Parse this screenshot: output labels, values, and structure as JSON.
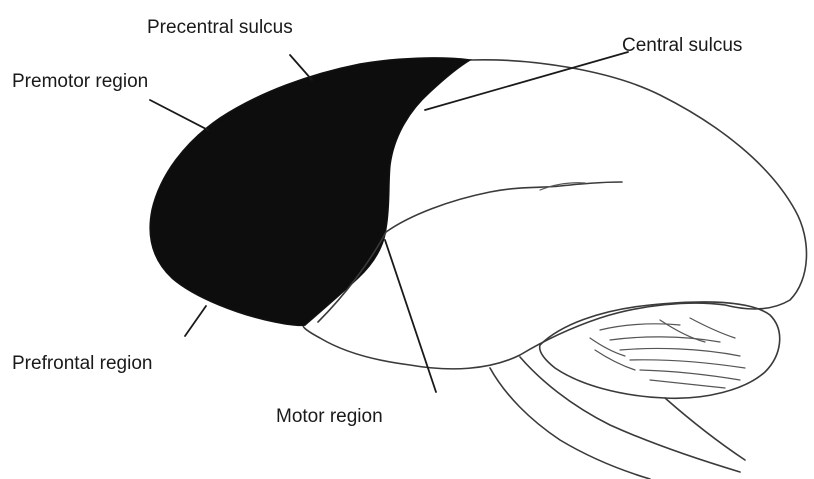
{
  "labels": {
    "precentral_sulcus": "Precentral sulcus",
    "central_sulcus": "Central sulcus",
    "premotor_region": "Premotor region",
    "prefrontal_region": "Prefrontal region",
    "motor_region": "Motor region"
  },
  "colors": {
    "frontal_fill": "#0d0d0d",
    "outline": "#3a3a3a",
    "background": "#ffffff"
  }
}
